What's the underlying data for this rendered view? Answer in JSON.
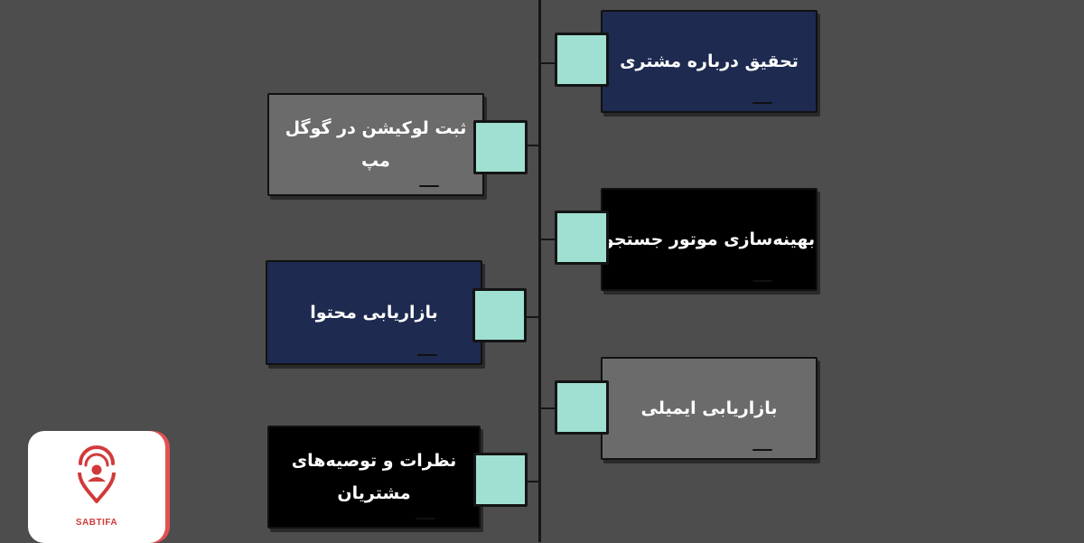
{
  "steps": [
    {
      "label": "تحقیق درباره مشتری",
      "color": "#1e2a4f"
    },
    {
      "label": "ثبت لوکیشن در گوگل مپ",
      "color": "#6b6b6b"
    },
    {
      "label": "بهینه‌سازی موتور جستجو",
      "color": "#000000"
    },
    {
      "label": "بازاریابی محتوا",
      "color": "#1e2a4f"
    },
    {
      "label": "بازاریابی ایمیلی",
      "color": "#6b6b6b"
    },
    {
      "label": "نظرات و توصیه‌های\nمشتریان",
      "color": "#000000"
    }
  ],
  "logo": {
    "text": "SABTIFA",
    "icon": "location-pin-icon",
    "color": "#d13a3a"
  },
  "colors": {
    "background": "#4d4d4d",
    "node": "#9fe0d2"
  }
}
